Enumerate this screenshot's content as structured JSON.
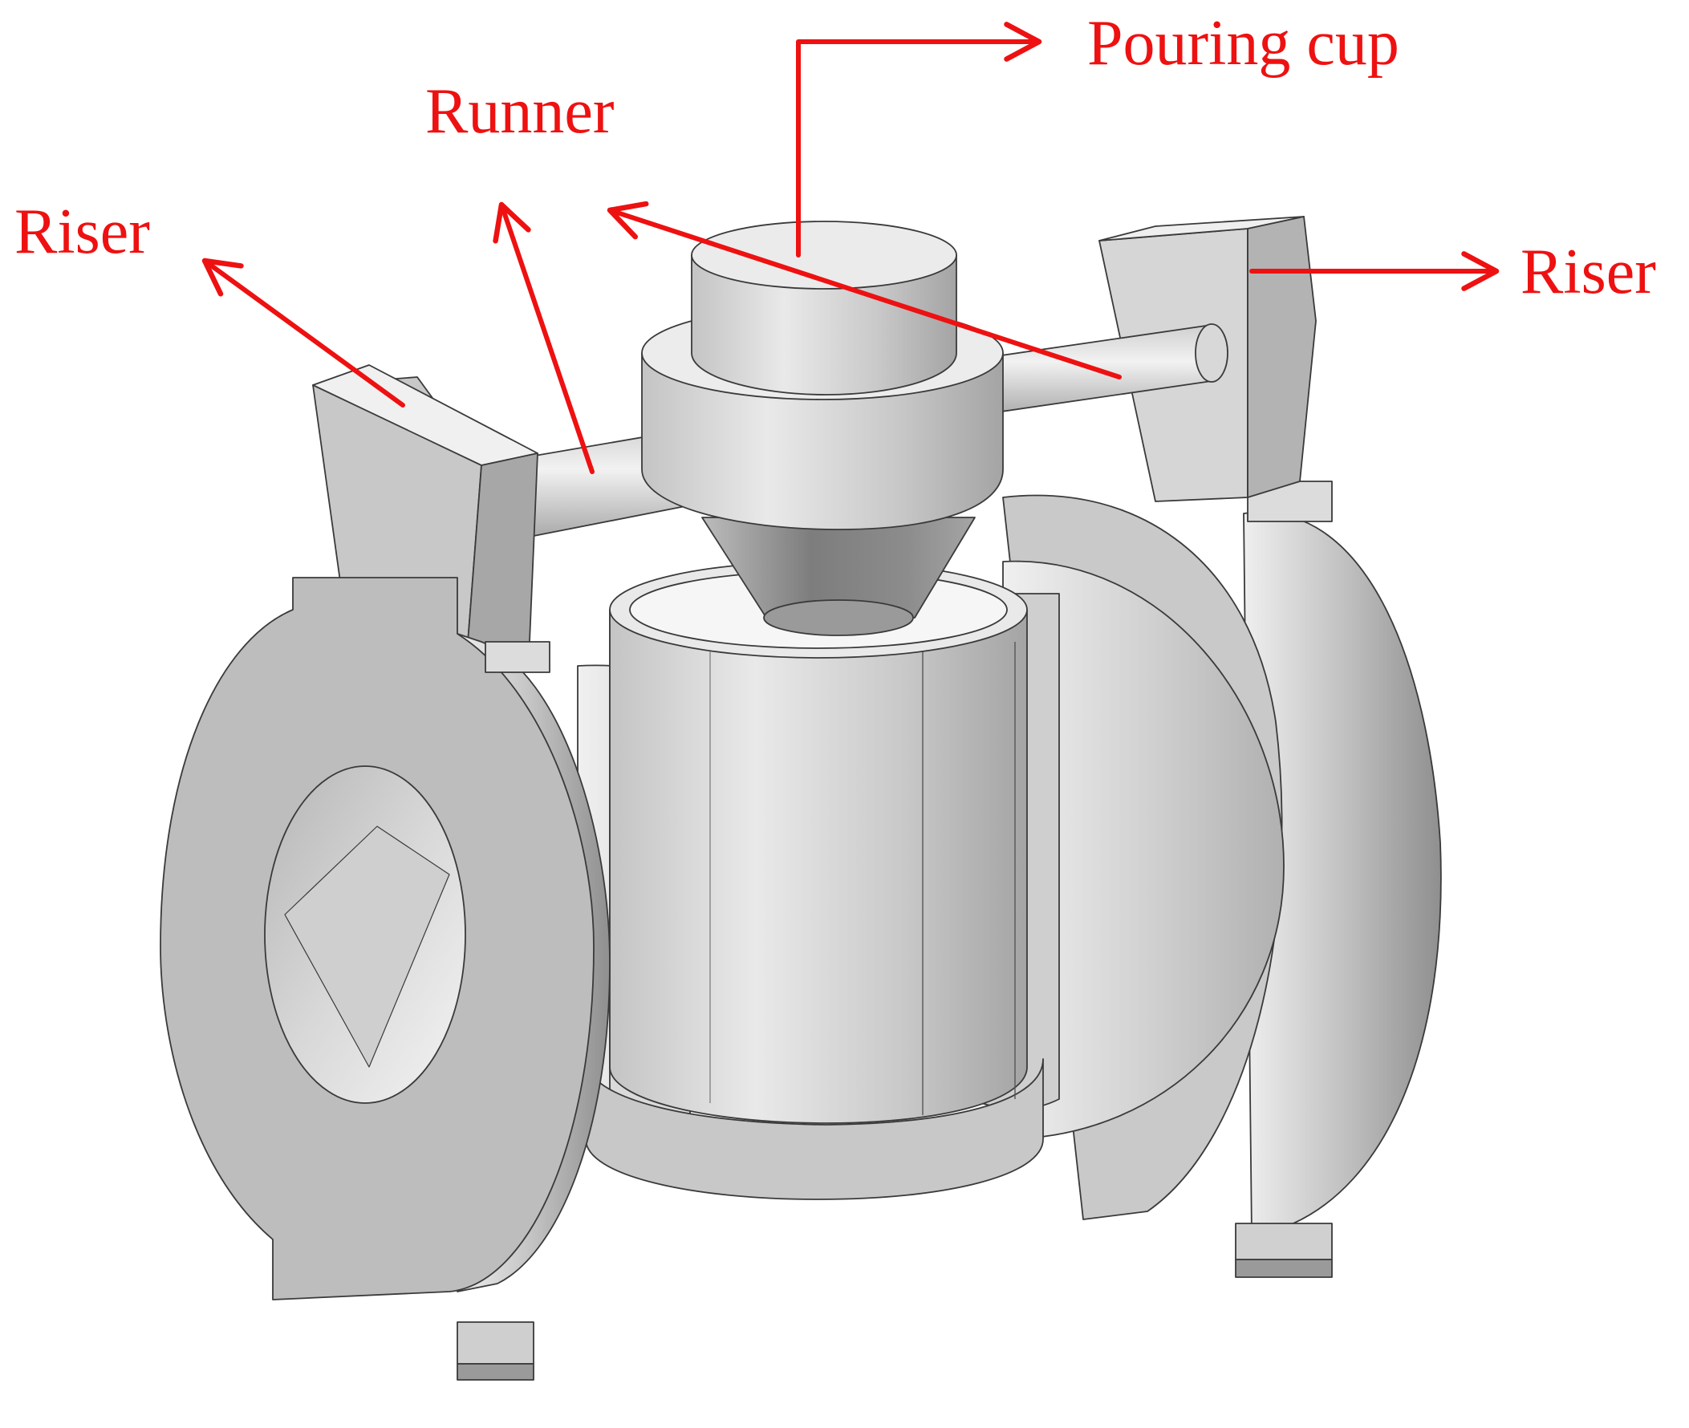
{
  "labels": {
    "pouring_cup": "Pouring cup",
    "runner": "Runner",
    "riser_left": "Riser",
    "riser_right": "Riser"
  },
  "colors": {
    "annotation": "#ee1111",
    "background": "#ffffff",
    "edge": "#3a3a3a",
    "metal_light": "#e6e6e6",
    "metal_mid": "#bdbdbd",
    "metal_dark": "#8a8a8a"
  }
}
